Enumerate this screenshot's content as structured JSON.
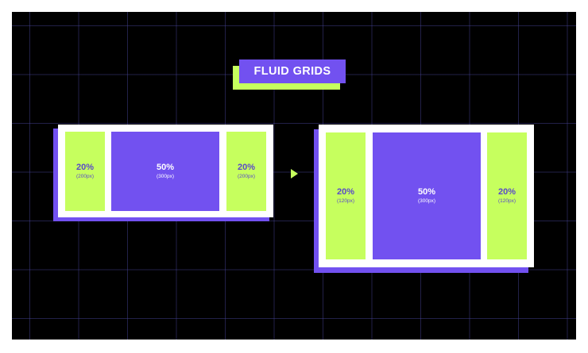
{
  "title": "FLUID GRIDS",
  "left_layout": {
    "columns": [
      {
        "percent": "20%",
        "pixels": "(200px)",
        "color": "green"
      },
      {
        "percent": "50%",
        "pixels": "(300px)",
        "color": "purple"
      },
      {
        "percent": "20%",
        "pixels": "(200px)",
        "color": "green"
      }
    ]
  },
  "right_layout": {
    "columns": [
      {
        "percent": "20%",
        "pixels": "(120px)",
        "color": "green"
      },
      {
        "percent": "50%",
        "pixels": "(300px)",
        "color": "purple"
      },
      {
        "percent": "20%",
        "pixels": "(120px)",
        "color": "green"
      }
    ]
  },
  "arrow_icon": "play-arrow-icon",
  "colors": {
    "background": "#000000",
    "grid_line": "#4a46a0",
    "accent_purple": "#7251f0",
    "accent_green": "#c6ff5e",
    "frame": "#ffffff"
  }
}
